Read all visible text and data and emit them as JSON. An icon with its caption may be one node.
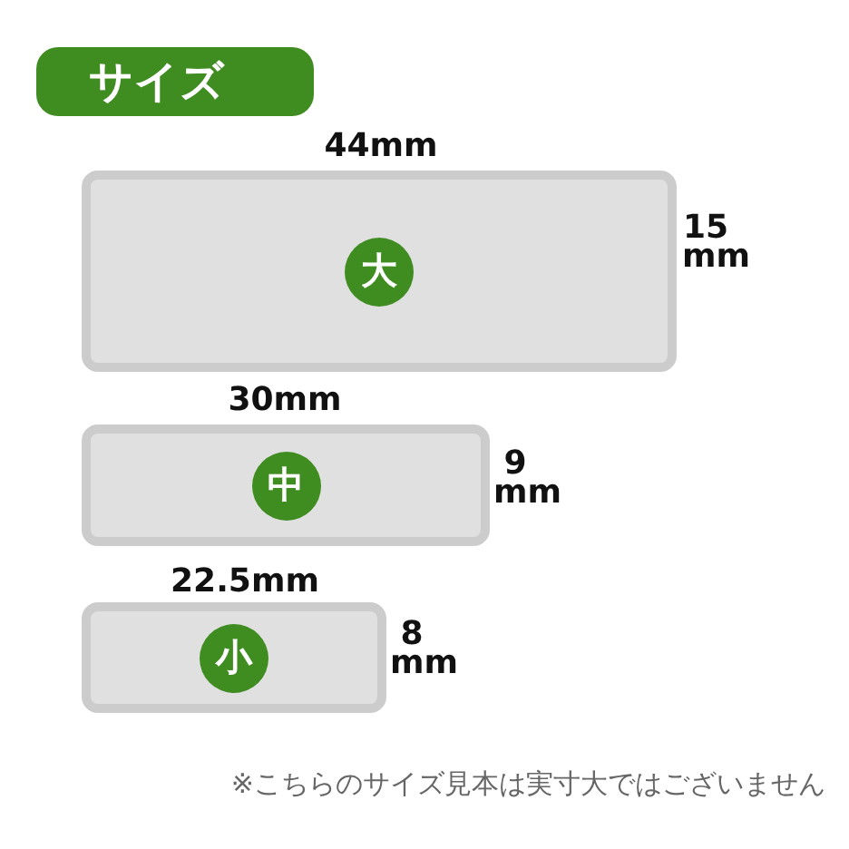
{
  "diagram": {
    "title": "サイズ",
    "nodes": [
      {
        "text": [],
        "shape": "box",
        "beside": [
          "44mm",
          "15 mm"
        ]
      },
      {
        "text": [
          "大"
        ],
        "in": 0
      },
      {
        "text": [],
        "shape": "box",
        "beside": [
          "30mm",
          "9 mm"
        ]
      },
      {
        "text": [
          "中"
        ],
        "in": 2
      },
      {
        "text": [],
        "shape": "box",
        "beside": [
          "22.5mm",
          "8 mm"
        ]
      },
      {
        "text": [
          "小"
        ],
        "in": 4
      }
    ],
    "labels": [
      "※こちらのサイズ見本は実寸大ではございません"
    ]
  }
}
